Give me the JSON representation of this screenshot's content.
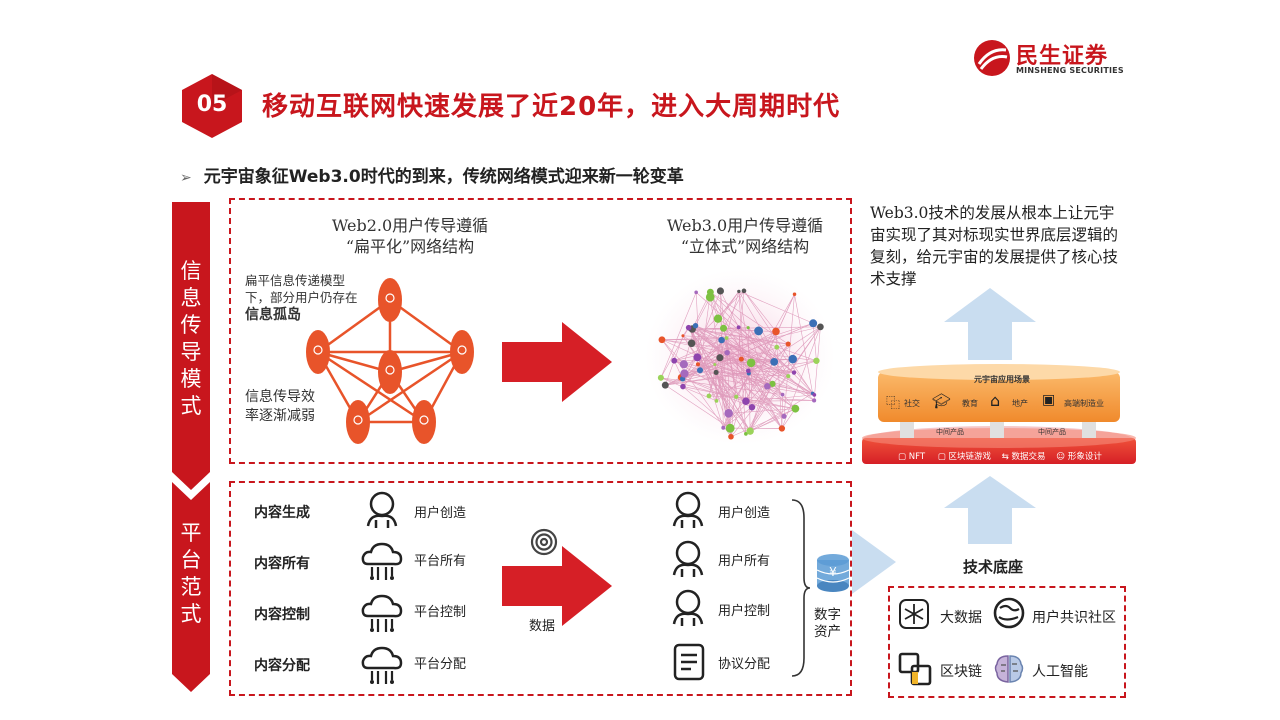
{
  "header": {
    "section_number": "05",
    "title": "移动互联网快速发展了近20年，进入大周期时代",
    "subtitle": "元宇宙象征Web3.0时代的到来，传统网络模式迎来新一轮变革"
  },
  "logo": {
    "name_cn": "民生证券",
    "name_en": "MINSHENG SECURITIES"
  },
  "sidebar": {
    "info_mode": "信息传导模式",
    "platform_paradigm": "平台范式"
  },
  "web2": {
    "caption_line1": "Web2.0用户传导遵循",
    "caption_line2": "“扁平化”网络结构",
    "note1_line1": "扁平信息传递模型",
    "note1_line2": "下，部分用户仍存在",
    "note1_bold": "信息孤岛",
    "note2_line1": "信息传导效",
    "note2_line2": "率逐渐减弱"
  },
  "web3": {
    "caption_line1": "Web3.0用户传导遵循",
    "caption_line2": "“立体式”网络结构"
  },
  "platform": {
    "rows": [
      "内容生成",
      "内容所有",
      "内容控制",
      "内容分配"
    ],
    "web2_items": [
      "用户创造",
      "平台所有",
      "平台控制",
      "平台分配"
    ],
    "web3_items": [
      "用户创造",
      "用户所有",
      "用户控制",
      "协议分配"
    ],
    "arrow_label": "数据",
    "digital_assets": "数字资产"
  },
  "right": {
    "description": "Web3.0技术的发展从根本上让元宇宙实现了其对标现实世界底层逻辑的复刻，给元宇宙的发展提供了核心技术支撑",
    "scene_title": "元宇宙应用场景",
    "scenes": [
      "社交",
      "教育",
      "地产",
      "高端制造业"
    ],
    "middle_product": "中间产品",
    "middle_product_2": "中间产品",
    "bottom_items": [
      "NFT",
      "区块链游戏",
      "数据交易",
      "形象设计"
    ],
    "tech_base": "技术底座",
    "tech_items": [
      "大数据",
      "用户共识社区",
      "区块链",
      "人工智能"
    ]
  },
  "colors": {
    "brand_red": "#c8161d",
    "node_orange": "#e8542a",
    "arrow_blue": "#c9ddf0"
  }
}
